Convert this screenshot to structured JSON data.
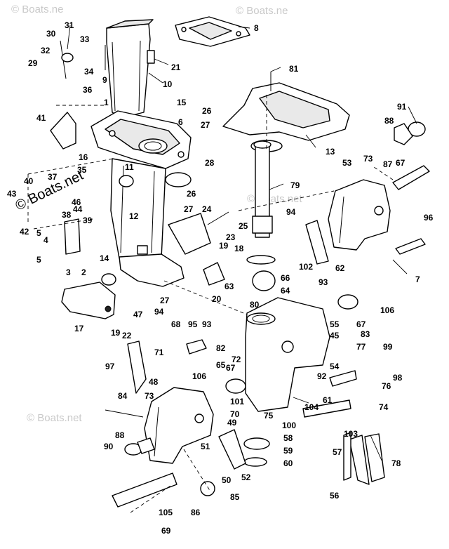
{
  "watermark": {
    "text": "© Boats.net",
    "short": "© Boats.ne"
  },
  "callouts": [
    "1",
    "2",
    "3",
    "4",
    "5",
    "5",
    "6",
    "7",
    "8",
    "9",
    "10",
    "11",
    "12",
    "13",
    "14",
    "15",
    "16",
    "17",
    "18",
    "19",
    "19",
    "20",
    "21",
    "22",
    "23",
    "24",
    "25",
    "26",
    "26",
    "27",
    "27",
    "27",
    "28",
    "29",
    "30",
    "31",
    "32",
    "33",
    "34",
    "35",
    "36",
    "37",
    "38",
    "39",
    "40",
    "41",
    "42",
    "43",
    "44",
    "45",
    "46",
    "47",
    "48",
    "49",
    "50",
    "51",
    "52",
    "53",
    "54",
    "55",
    "56",
    "57",
    "58",
    "59",
    "60",
    "61",
    "62",
    "63",
    "64",
    "65",
    "66",
    "67",
    "67",
    "67",
    "68",
    "69",
    "70",
    "71",
    "72",
    "73",
    "73",
    "74",
    "75",
    "76",
    "77",
    "78",
    "79",
    "80",
    "81",
    "82",
    "83",
    "84",
    "85",
    "86",
    "87",
    "88",
    "88",
    "90",
    "91",
    "92",
    "93",
    "93",
    "94",
    "94",
    "95",
    "96",
    "97",
    "98",
    "99",
    "100",
    "101",
    "102",
    "103",
    "104",
    "105",
    "106",
    "106"
  ]
}
